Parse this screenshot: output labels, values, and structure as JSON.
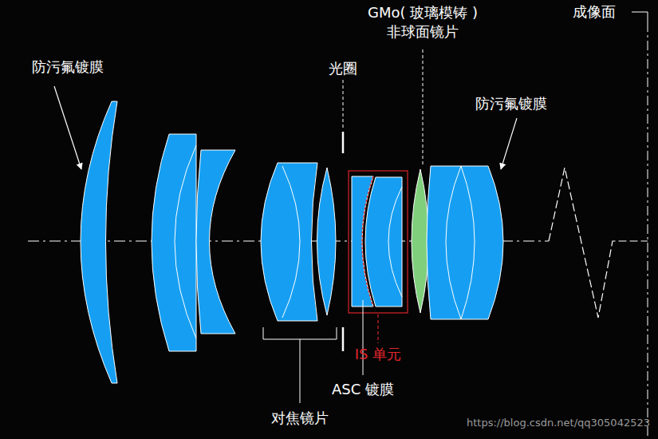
{
  "diagram": {
    "labels": [
      "防污氟镀膜",
      "光圈",
      "GMo( 玻璃模铸 ) 非球面镜片",
      "成像面",
      "防污氟镀膜",
      "IS 单元",
      "ASC 镀膜",
      "对焦镜片",
      "https://blog.csdn.net/qq305042523"
    ]
  }
}
